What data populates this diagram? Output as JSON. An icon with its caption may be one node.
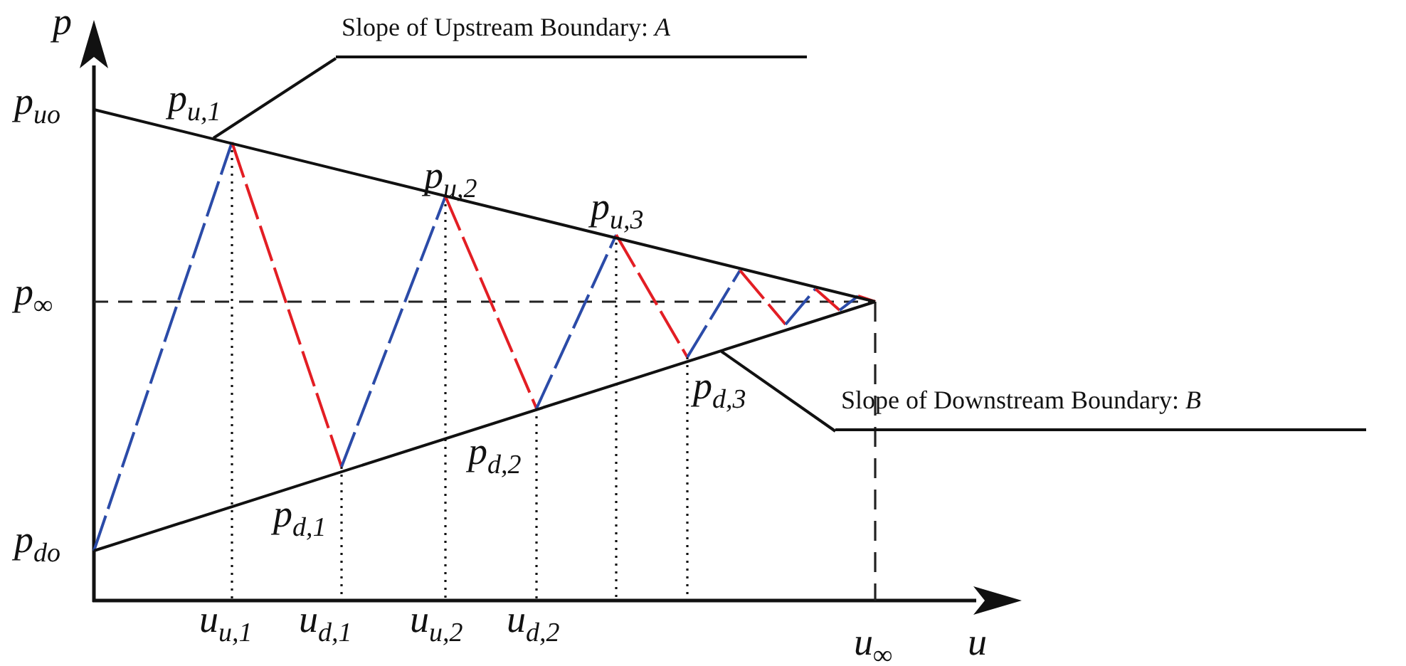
{
  "diagram": {
    "nodes": [
      {
        "text": [
          "Slope of Upstream Boundary: *A*"
        ]
      },
      {
        "text": [
          "Slope of Downstream Boundary: *B*"
        ]
      }
    ],
    "edges": [
      {
        "from": 0,
        "to": null,
        "arrow": "none"
      },
      {
        "from": 1,
        "to": null,
        "arrow": "none"
      }
    ],
    "labels": [
      "p",
      "p$_{uo}$",
      "p$_{u,1}$",
      "p$_{u,2}$",
      "p$_{u,3}$",
      "p$_{∞}$",
      "p$_{d,3}$",
      "p$_{d,2}$",
      "p$_{d,1}$",
      "p$_{do}$",
      "u$_{u,1}$",
      "u$_{d,1}$",
      "u$_{u,2}$",
      "u$_{d,2}$",
      "u$_{∞}$",
      "u"
    ]
  }
}
